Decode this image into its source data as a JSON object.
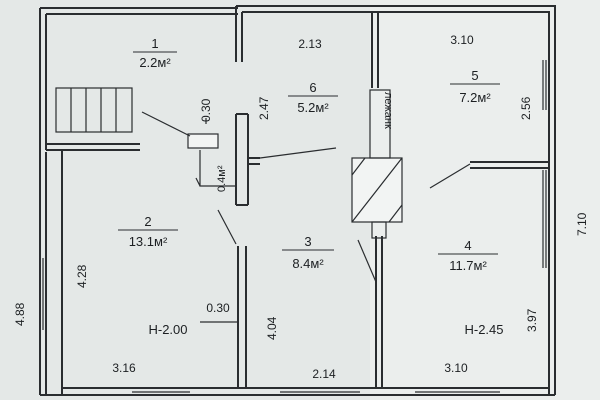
{
  "rooms": [
    {
      "number": "1",
      "area": "2.2м²"
    },
    {
      "number": "2",
      "area": "13.1м²"
    },
    {
      "number": "3",
      "area": "8.4м²"
    },
    {
      "number": "4",
      "area": "11.7м²"
    },
    {
      "number": "5",
      "area": "7.2м²"
    },
    {
      "number": "6",
      "area": "5.2м²"
    }
  ],
  "stove_label": "лежанк",
  "small_area": "0.4м²",
  "dimensions": {
    "top_room6": "2.13",
    "top_room5": "3.10",
    "room1_v": "0.30",
    "room6_v": "2.47",
    "room5_v": "2.56",
    "right_total": "7.10",
    "left_total": "4.88",
    "room2_v": "4.28",
    "wall_thickness": "0.30",
    "room3_v": "4.04",
    "room4_v": "3.97",
    "bottom_room2": "3.16",
    "bottom_room3": "2.14",
    "bottom_room4": "3.10"
  },
  "heights": {
    "left": "Н-2.00",
    "right": "Н-2.45"
  }
}
